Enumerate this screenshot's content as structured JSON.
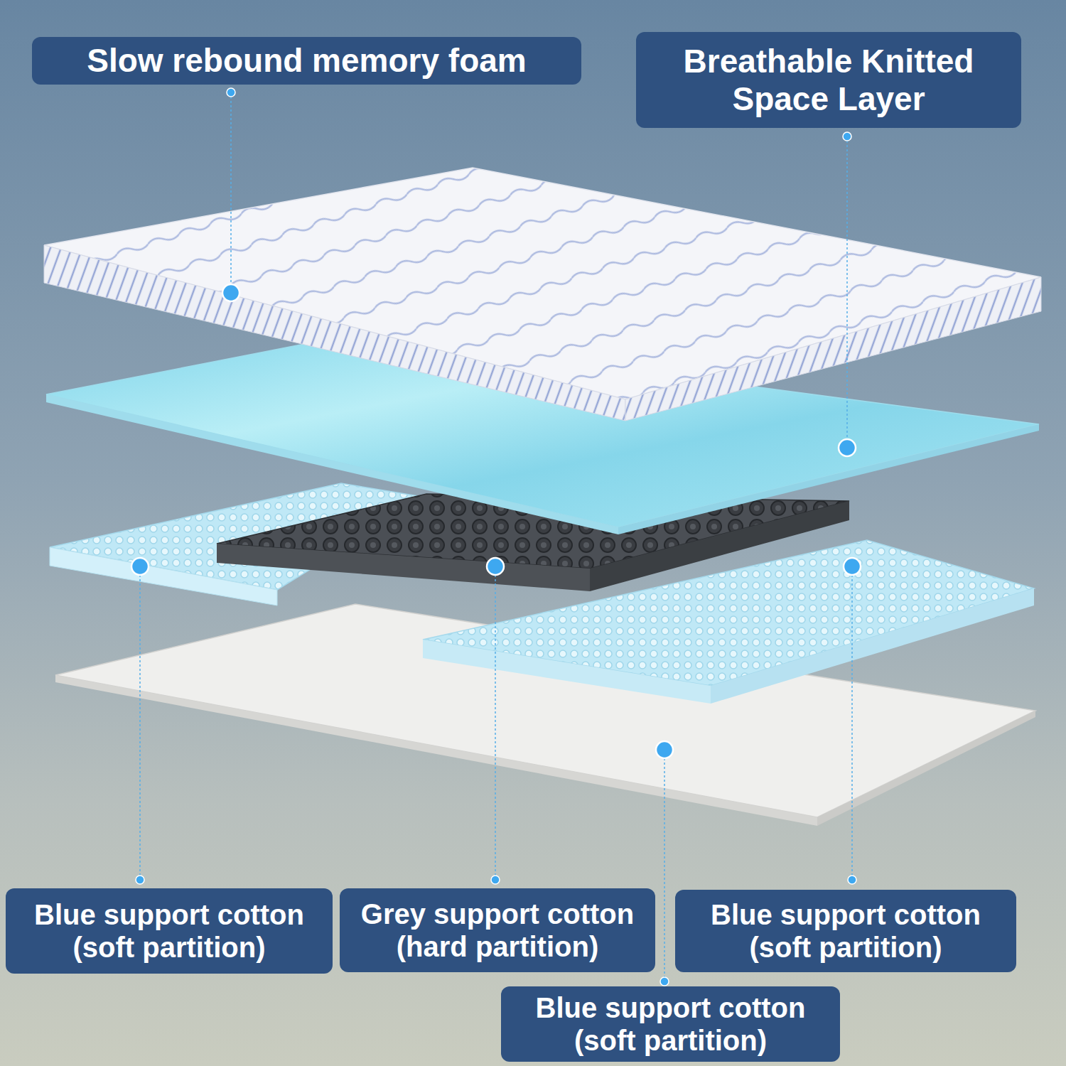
{
  "diagram": {
    "nodes": [
      {
        "text": [
          "Slow rebound memory foam"
        ]
      },
      {
        "text": [
          "Breathable Knitted Space Layer"
        ]
      },
      {
        "text": [
          "Blue support cotton (soft partition)"
        ]
      },
      {
        "text": [
          "Grey support cotton (hard partition)"
        ]
      },
      {
        "text": [
          "Blue support cotton (soft partition)"
        ]
      },
      {
        "text": [
          "Blue support cotton (soft partition)"
        ]
      }
    ]
  }
}
